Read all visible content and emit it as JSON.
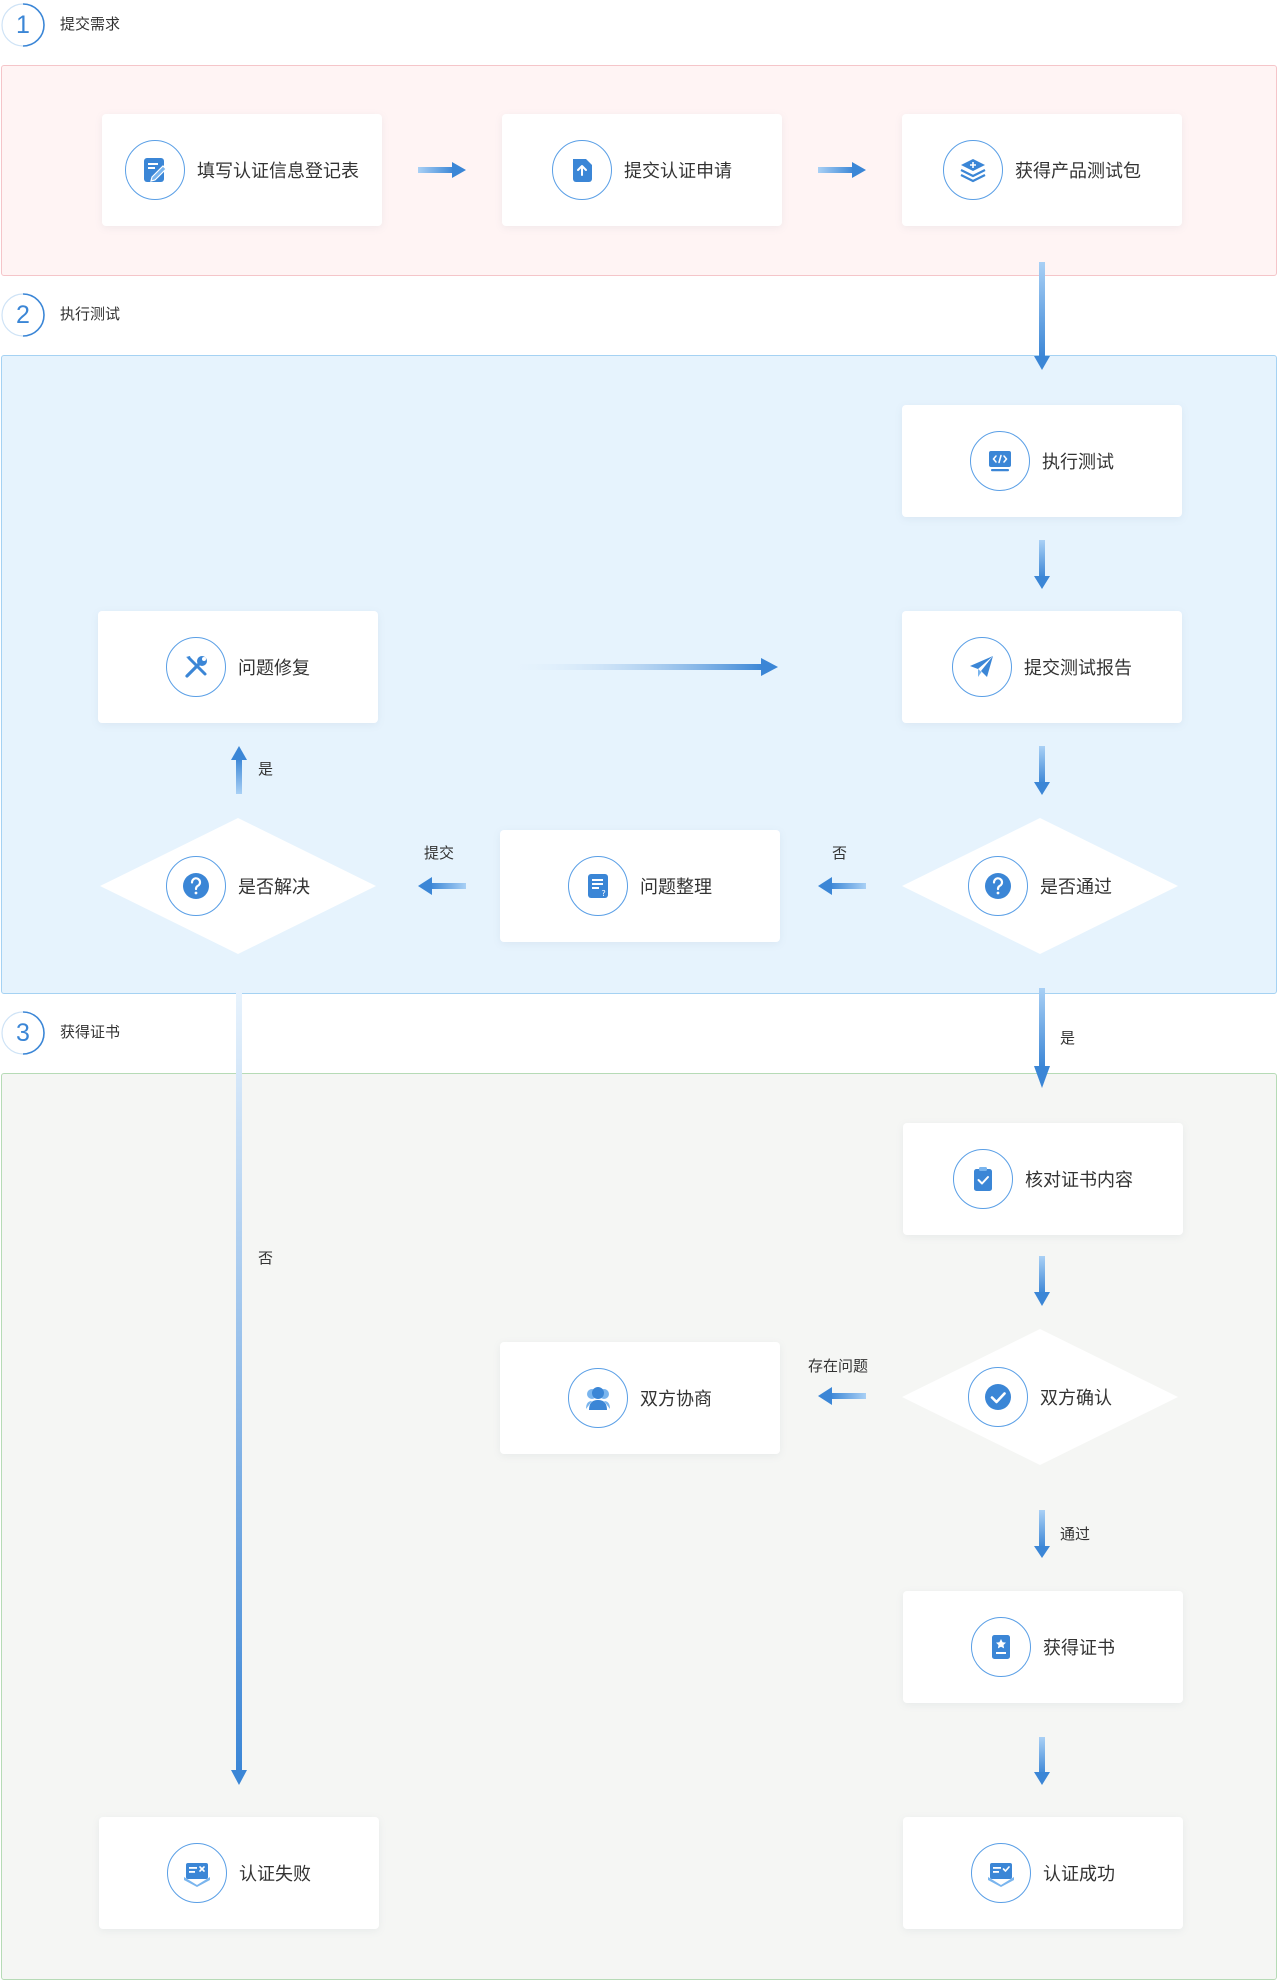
{
  "steps": [
    {
      "number": "1",
      "label": "提交需求"
    },
    {
      "number": "2",
      "label": "执行测试"
    },
    {
      "number": "3",
      "label": "获得证书"
    }
  ],
  "nodes": {
    "fill_form": {
      "label": "填写认证信息登记表",
      "icon": "edit-form-icon"
    },
    "submit_application": {
      "label": "提交认证申请",
      "icon": "upload-icon"
    },
    "get_test_package": {
      "label": "获得产品测试包",
      "icon": "layers-icon"
    },
    "execute_test": {
      "label": "执行测试",
      "icon": "code-monitor-icon"
    },
    "submit_report": {
      "label": "提交测试报告",
      "icon": "send-icon"
    },
    "fix_issue": {
      "label": "问题修复",
      "icon": "tools-icon"
    },
    "is_passed": {
      "label": "是否通过",
      "icon": "question-icon"
    },
    "organize_issue": {
      "label": "问题整理",
      "icon": "document-question-icon"
    },
    "is_resolved": {
      "label": "是否解决",
      "icon": "question-icon"
    },
    "verify_certificate": {
      "label": "核对证书内容",
      "icon": "clipboard-check-icon"
    },
    "mutual_confirm": {
      "label": "双方确认",
      "icon": "check-circle-icon"
    },
    "negotiate": {
      "label": "双方协商",
      "icon": "people-icon"
    },
    "obtain_certificate": {
      "label": "获得证书",
      "icon": "certificate-icon"
    },
    "cert_failed": {
      "label": "认证失败",
      "icon": "card-x-icon"
    },
    "cert_success": {
      "label": "认证成功",
      "icon": "card-check-icon"
    }
  },
  "edge_labels": {
    "resolved_yes": "是",
    "passed_no": "否",
    "submit": "提交",
    "passed_yes": "是",
    "resolved_no": "否",
    "has_issue": "存在问题",
    "passed": "通过"
  },
  "colors": {
    "section1_bg": "#fff4f4",
    "section2_bg": "#e6f3fd",
    "section3_bg": "#f5f6f4",
    "arrow": "#3b86d6",
    "icon_blue": "#3b86d6"
  }
}
